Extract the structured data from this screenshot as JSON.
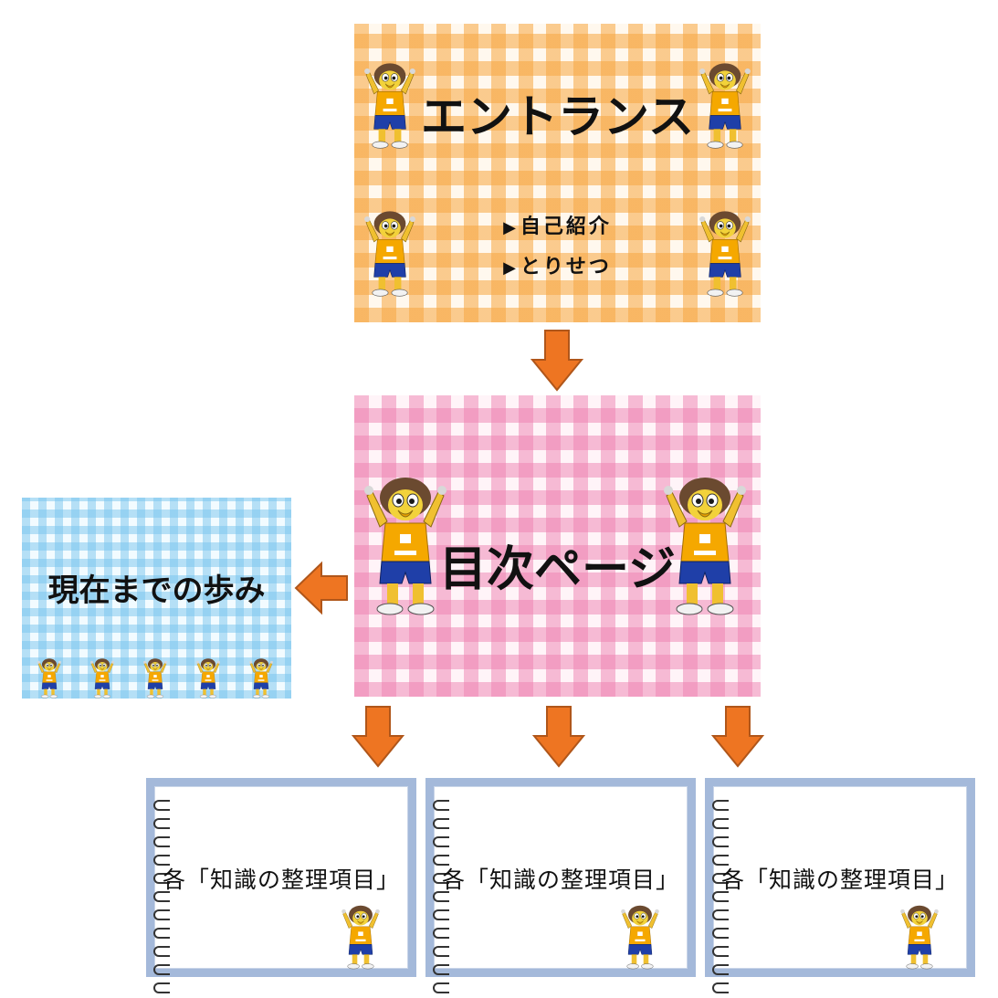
{
  "entrance": {
    "title": "エントランス",
    "links": [
      {
        "marker": "▶",
        "label": "自己紹介"
      },
      {
        "marker": "▶",
        "label": "とりせつ"
      }
    ]
  },
  "toc": {
    "title": "目次ページ"
  },
  "history": {
    "title": "現在までの歩み"
  },
  "notebooks": [
    {
      "title": "各「知識の整理項目」"
    },
    {
      "title": "各「知識の整理項目」"
    },
    {
      "title": "各「知識の整理項目」"
    }
  ],
  "colors": {
    "arrow_fill": "#ee7522",
    "arrow_stroke": "#b0561a",
    "entrance_check": "#f7a640",
    "toc_check": "#ee80b0",
    "history_check": "#78c4ee",
    "notebook_frame": "#a4b9da",
    "mascot_shirt": "#f5a800",
    "mascot_shorts": "#1f3fa8"
  },
  "icons": {
    "mascot": "mascot-bird-icon",
    "arrow_down": "arrow-down-icon",
    "arrow_left": "arrow-left-icon",
    "spiral": "spiral-binding-icon"
  }
}
